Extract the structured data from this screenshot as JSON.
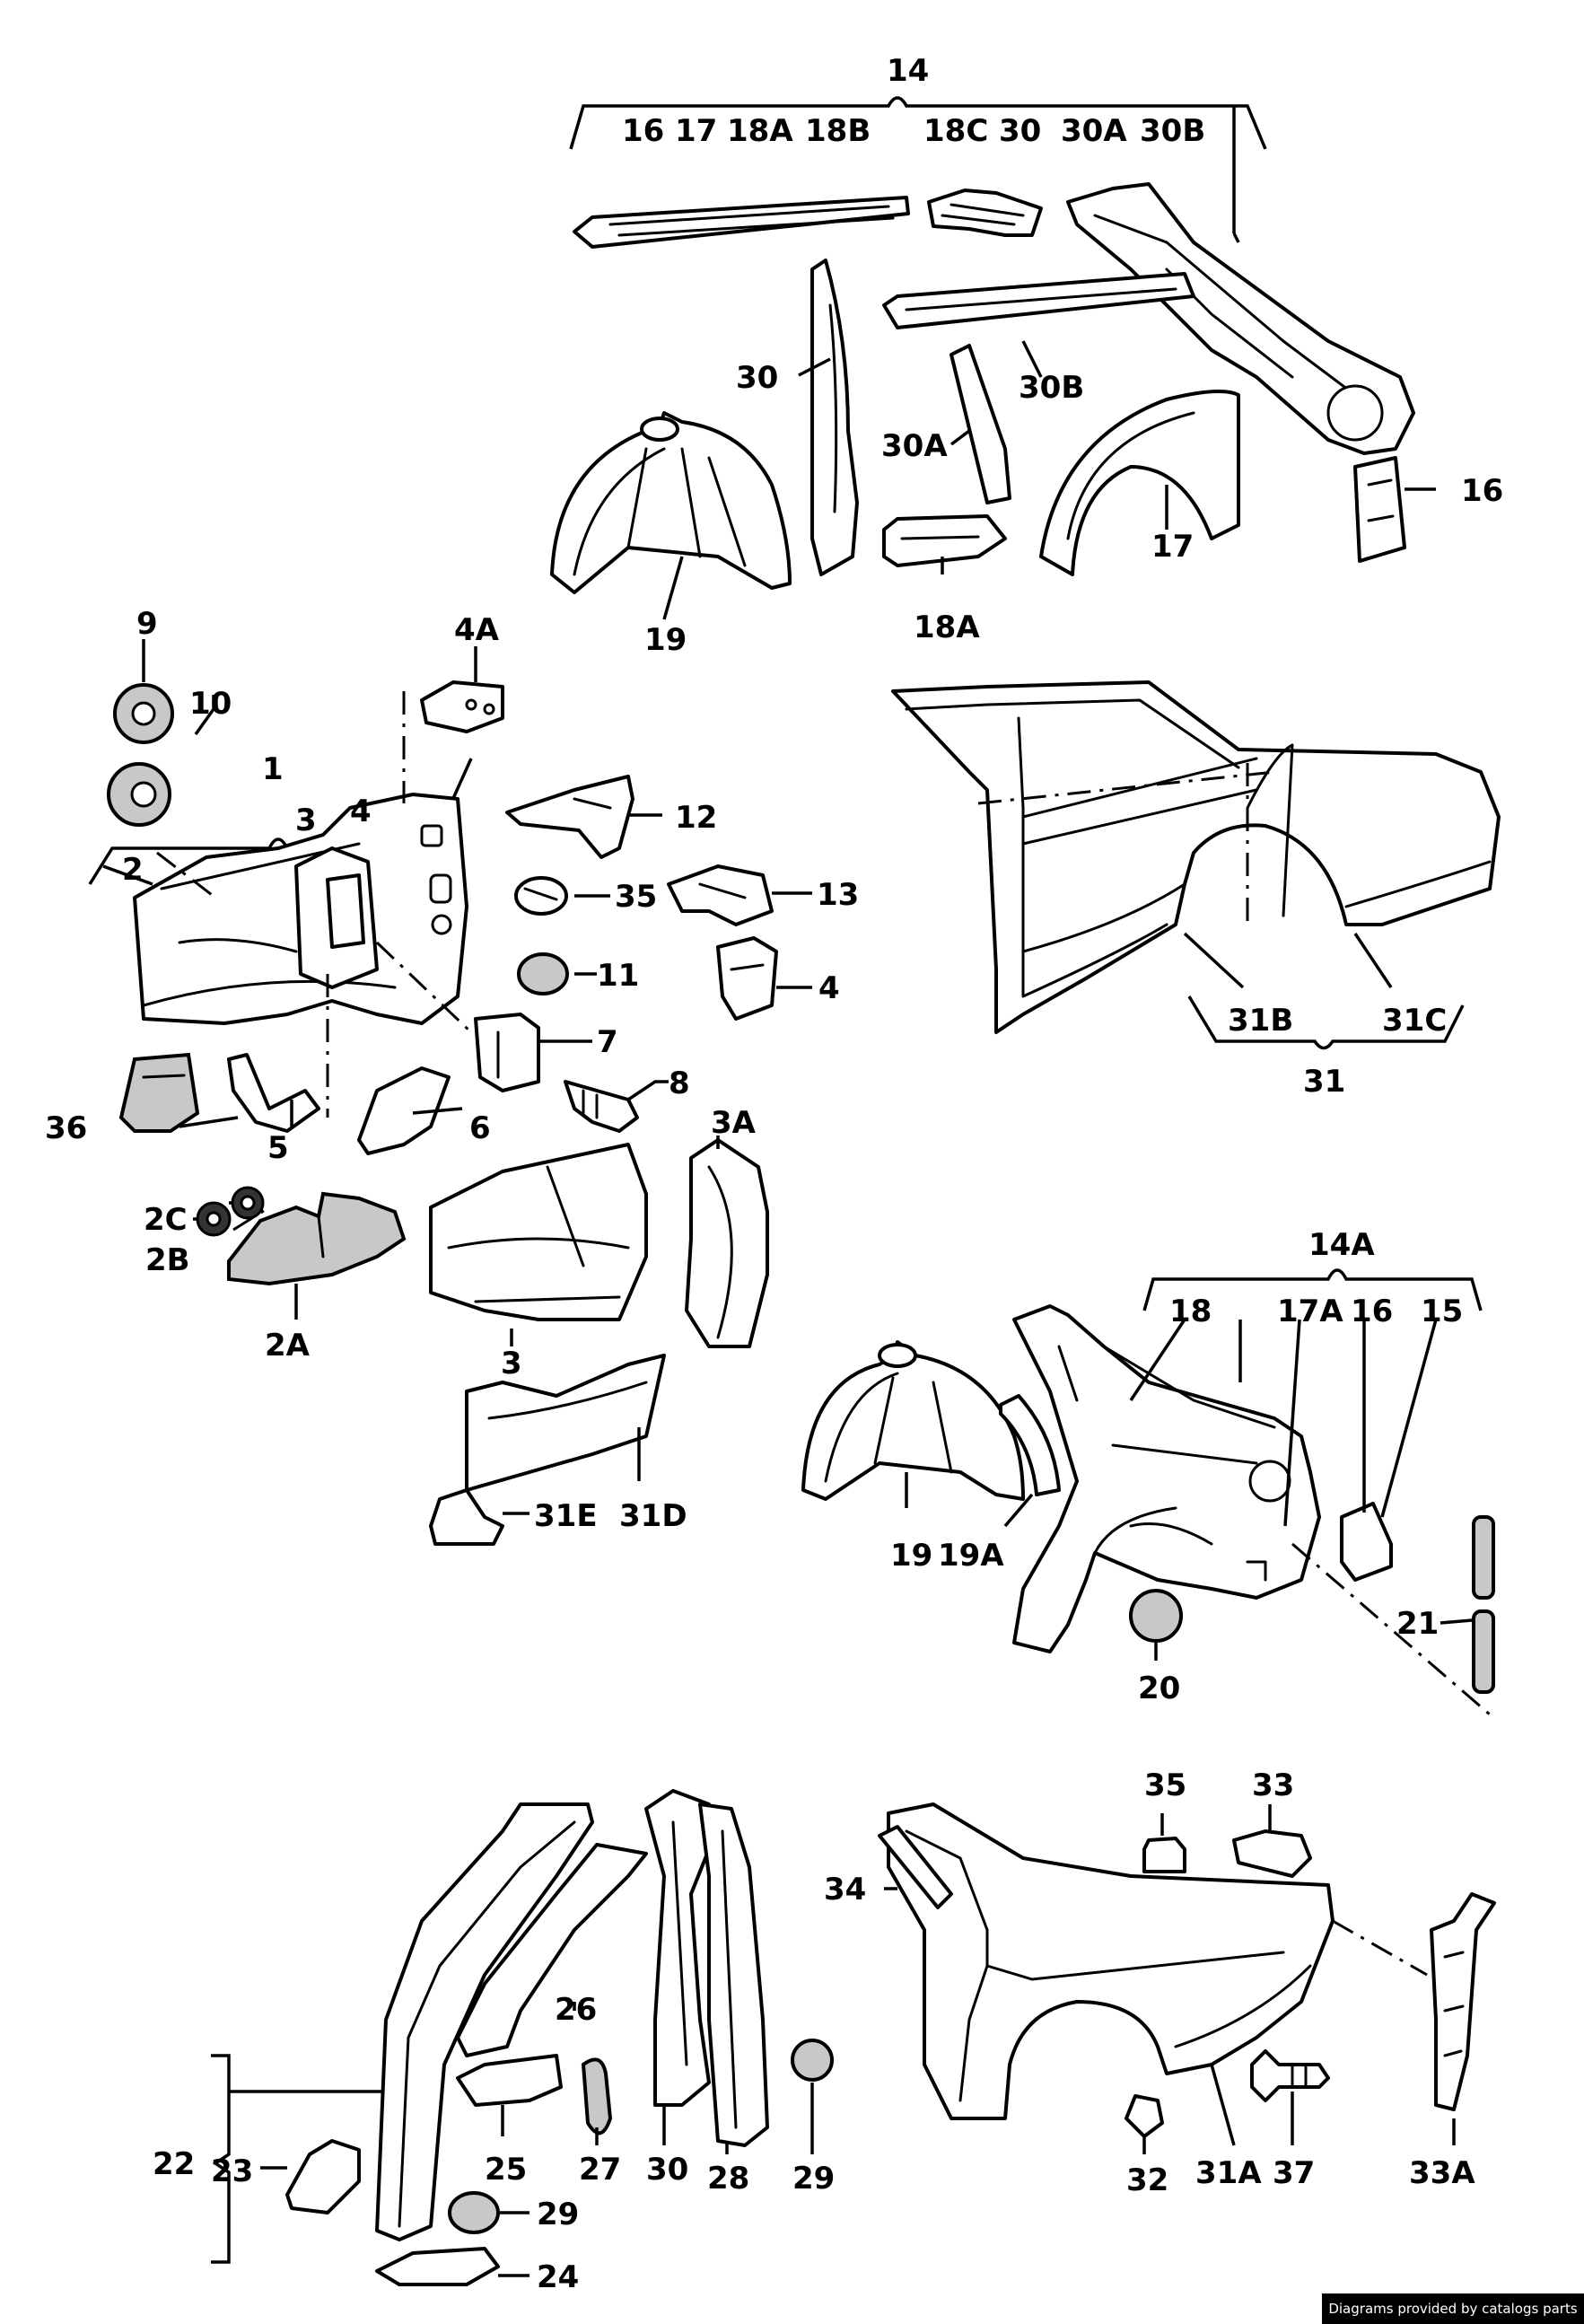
{
  "labels": {
    "l14": "14",
    "l16a": "16",
    "l17a": "17",
    "l18Aa": "18A",
    "l18Ba": "18B",
    "l18Ca": "18C",
    "l30a": "30",
    "l30Aa": "30A",
    "l30Ba": "30B",
    "l30b": "30",
    "l30Bb": "30B",
    "l30Ab": "30A",
    "l16b": "16",
    "l17b": "17",
    "l19a": "19",
    "l18Ab": "18A",
    "l9": "9",
    "l10": "10",
    "l1": "1",
    "l3a": "3",
    "l4a": "4",
    "l2": "2",
    "l4A": "4A",
    "l12": "12",
    "l35a": "35",
    "l13": "13",
    "l11": "11",
    "l4b": "4",
    "l7": "7",
    "l8": "8",
    "l36": "36",
    "l5": "5",
    "l6": "6",
    "l2C": "2C",
    "l2B": "2B",
    "l2A": "2A",
    "l3A": "3A",
    "l3b": "3",
    "l31E": "31E",
    "l31D": "31D",
    "l31B": "31B",
    "l31C": "31C",
    "l31": "31",
    "l14A": "14A",
    "l18": "18",
    "l17A": "17A",
    "l16c": "16",
    "l15": "15",
    "l19b": "19",
    "l19A": "19A",
    "l21": "21",
    "l20": "20",
    "l22": "22",
    "l23": "23",
    "l24": "24",
    "l25": "25",
    "l26": "26",
    "l27": "27",
    "l29a": "29",
    "l30c": "30",
    "l28": "28",
    "l29b": "29",
    "l34": "34",
    "l35b": "35",
    "l33": "33",
    "l33A": "33A",
    "l32": "32",
    "l31A": "31A",
    "l37": "37"
  },
  "credit": "Diagrams provided by catalogs parts"
}
